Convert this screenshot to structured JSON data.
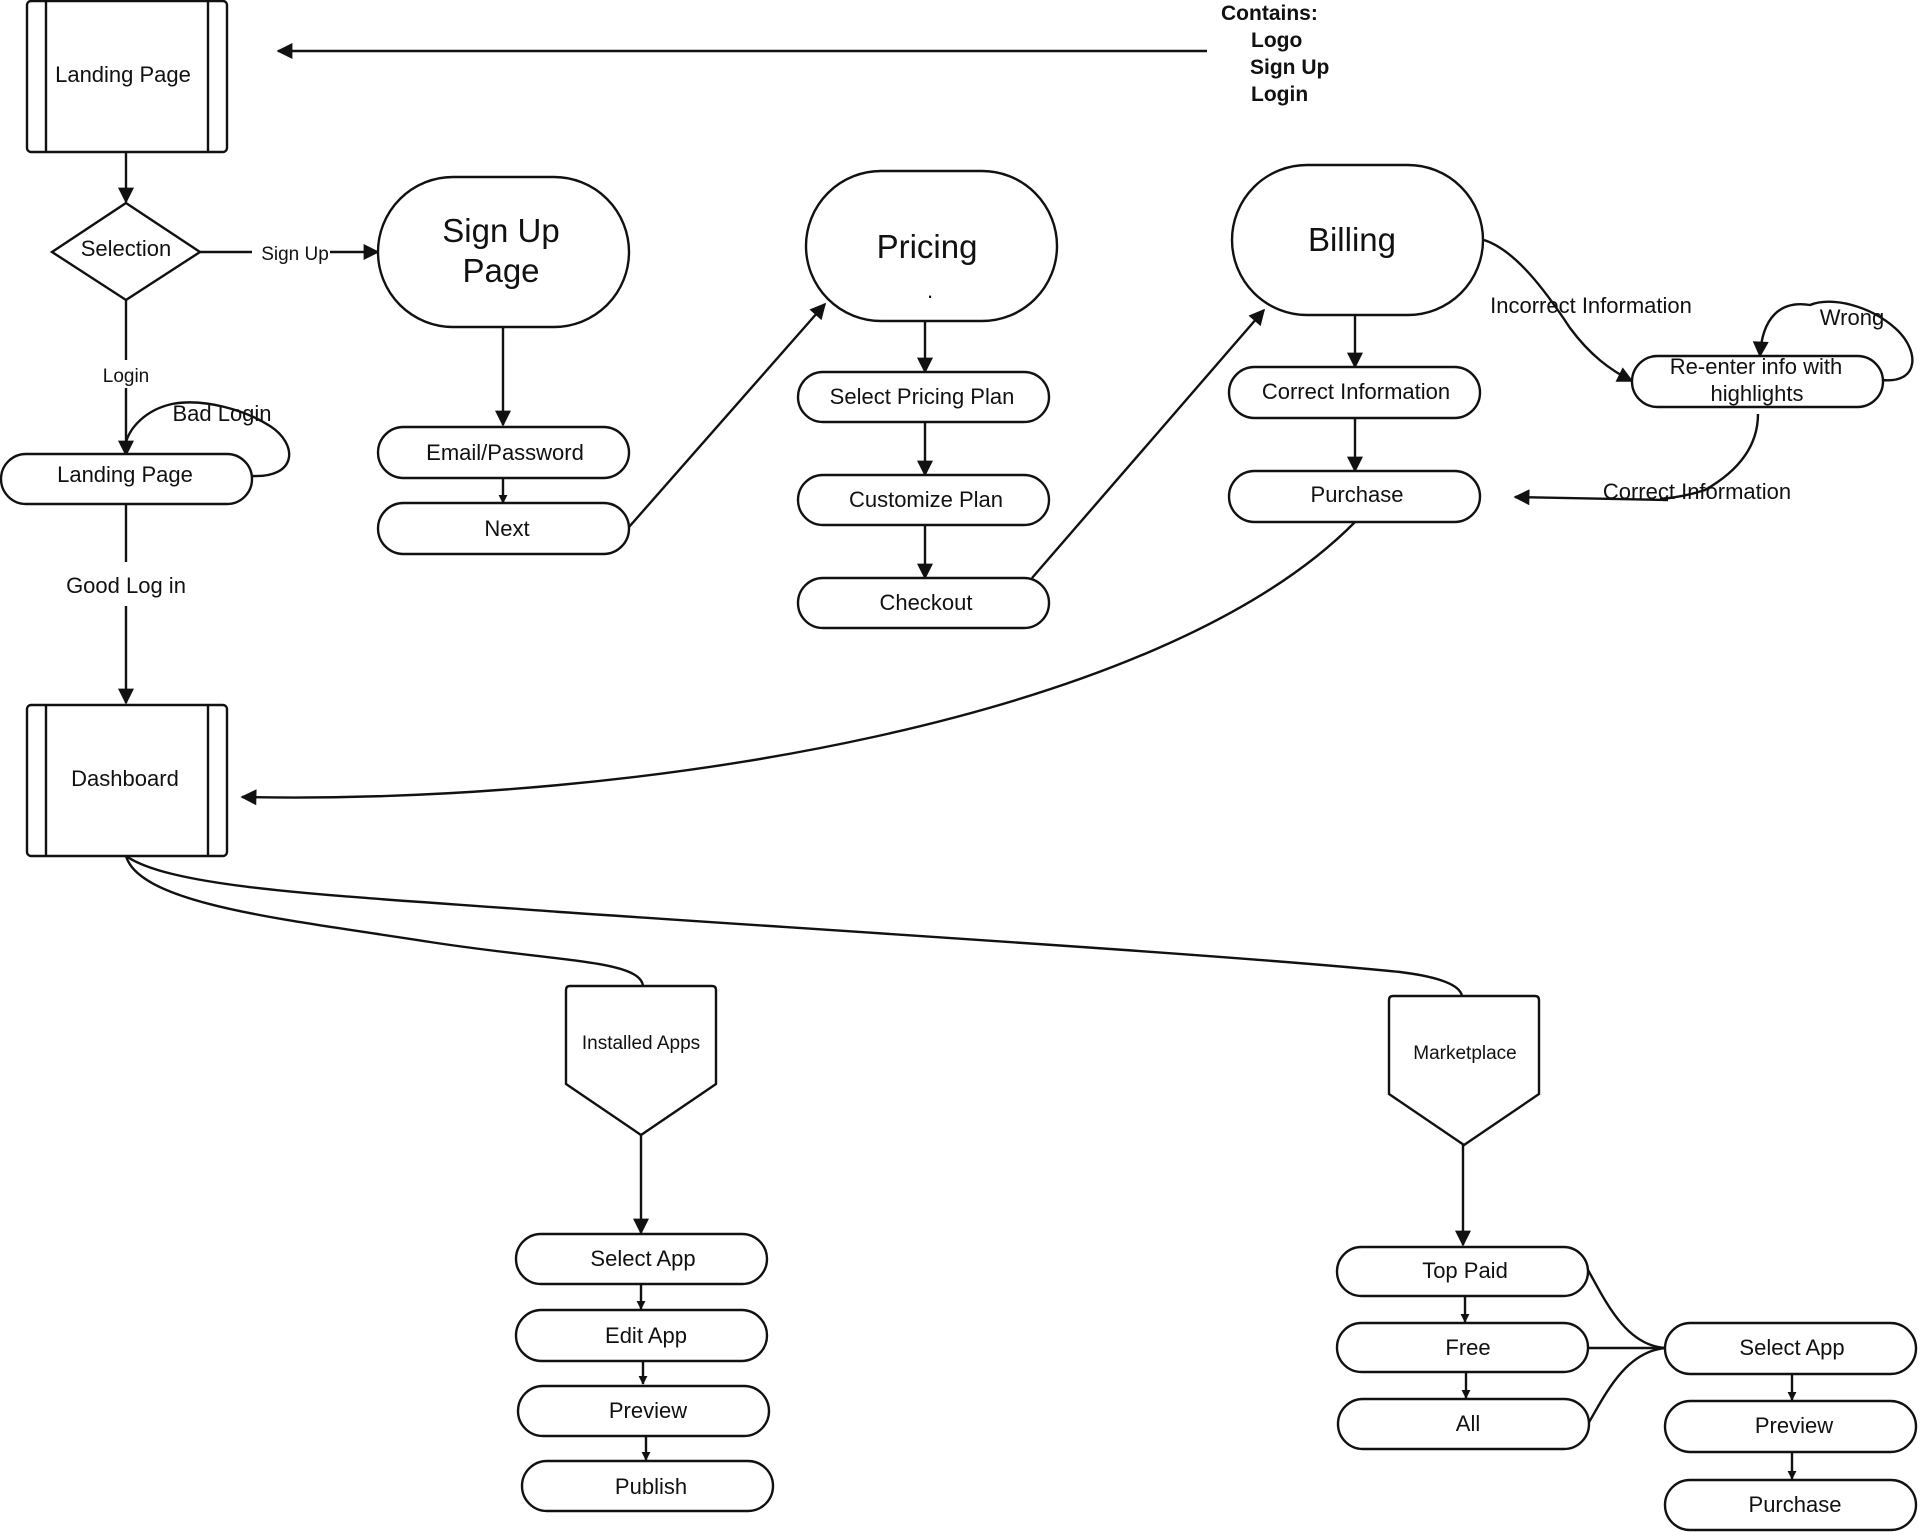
{
  "nodes": {
    "landing_page_top": "Landing Page",
    "selection": "Selection",
    "landing_page_login": "Landing Page",
    "dashboard": "Dashboard",
    "signup_page": [
      "Sign Up",
      "Page"
    ],
    "email_password": "Email/Password",
    "next": "Next",
    "pricing": "Pricing",
    "pricing_dot": ".",
    "select_pricing_plan": "Select Pricing Plan",
    "customize_plan": "Customize Plan",
    "checkout": "Checkout",
    "billing": "Billing",
    "correct_information": "Correct Information",
    "purchase_billing": "Purchase",
    "reenter_info": [
      "Re-enter info with",
      "highlights"
    ],
    "installed_apps": "Installed Apps",
    "select_app_installed": "Select App",
    "edit_app": "Edit App",
    "preview_installed": "Preview",
    "publish": "Publish",
    "marketplace": "Marketplace",
    "top_paid": "Top Paid",
    "free": "Free",
    "all": "All",
    "select_app_market": "Select App",
    "preview_market": "Preview",
    "purchase_market": "Purchase"
  },
  "edge_labels": {
    "sign_up": "Sign Up",
    "login": "Login",
    "bad_login": "Bad Login",
    "good_log_in": "Good Log in",
    "incorrect_information": "Incorrect Information",
    "wrong": "Wrong",
    "correct_information": "Correct Information"
  },
  "note": {
    "heading": "Contains:",
    "items": [
      "Logo",
      "Sign Up",
      "Login"
    ]
  }
}
